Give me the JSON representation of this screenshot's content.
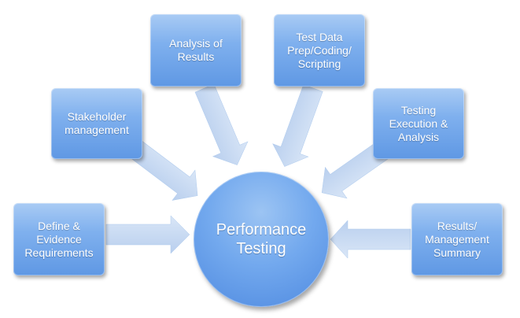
{
  "center": {
    "label": "Performance\nTesting"
  },
  "nodes": [
    {
      "id": "define",
      "label": "Define &\nEvidence\nRequirements"
    },
    {
      "id": "stakeholder",
      "label": "Stakeholder\nmanagement"
    },
    {
      "id": "analysis-results",
      "label": "Analysis of\nResults"
    },
    {
      "id": "test-data",
      "label": "Test Data\nPrep/Coding/\nScripting"
    },
    {
      "id": "testing-execution",
      "label": "Testing\nExecution &\nAnalysis"
    },
    {
      "id": "results-summary",
      "label": "Results/\nManagement\nSummary"
    }
  ],
  "colors": {
    "box_top": "#a9cbf4",
    "box_bottom": "#5f98e4",
    "arrow": "#c9daf2",
    "text": "#ffffff"
  }
}
